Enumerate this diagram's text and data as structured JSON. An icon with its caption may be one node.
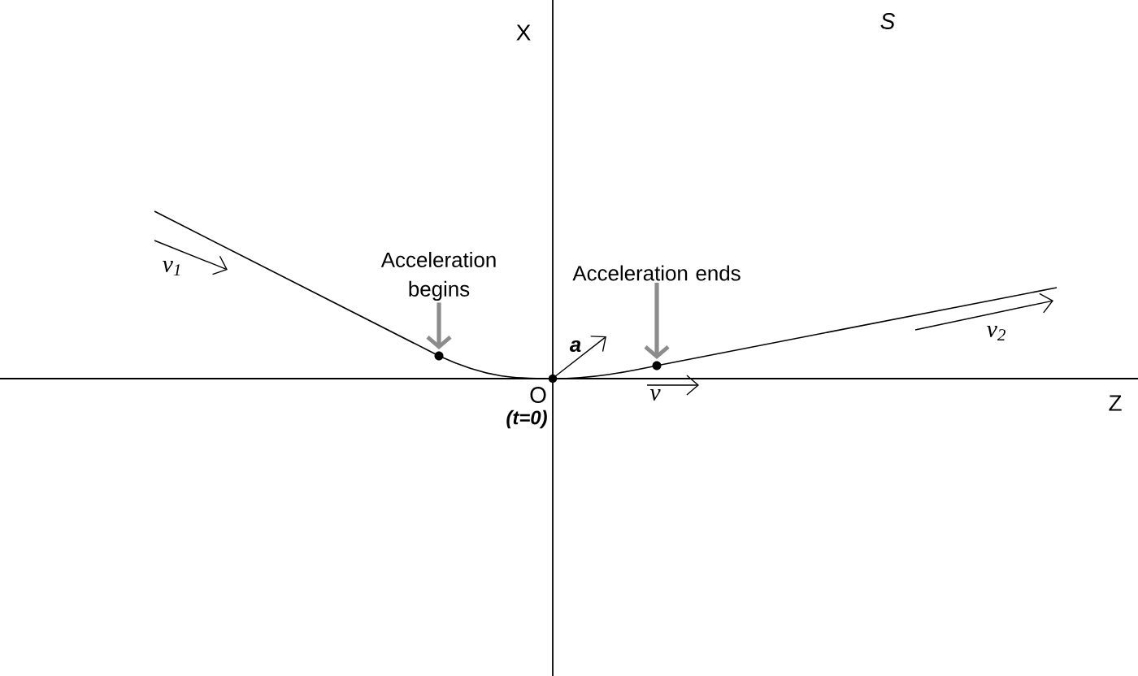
{
  "diagram": {
    "nodes": [
      {
        "text": [
          "Acceleration begins"
        ]
      },
      {
        "text": [],
        "shape": "circle"
      },
      {
        "text": [
          "Acceleration ends"
        ]
      },
      {
        "text": [],
        "shape": "circle"
      }
    ],
    "edges": [
      {
        "from": 0,
        "to": 1,
        "arrow": "to",
        "color": "#8c8c8c"
      },
      {
        "from": 2,
        "to": 3,
        "arrow": "to",
        "color": "#8c8c8c"
      }
    ],
    "labels": [
      "X",
      "S",
      "Z",
      "O",
      "(t=0)",
      "v$_{1}$",
      "v$_{2}$",
      "v",
      "a"
    ]
  }
}
